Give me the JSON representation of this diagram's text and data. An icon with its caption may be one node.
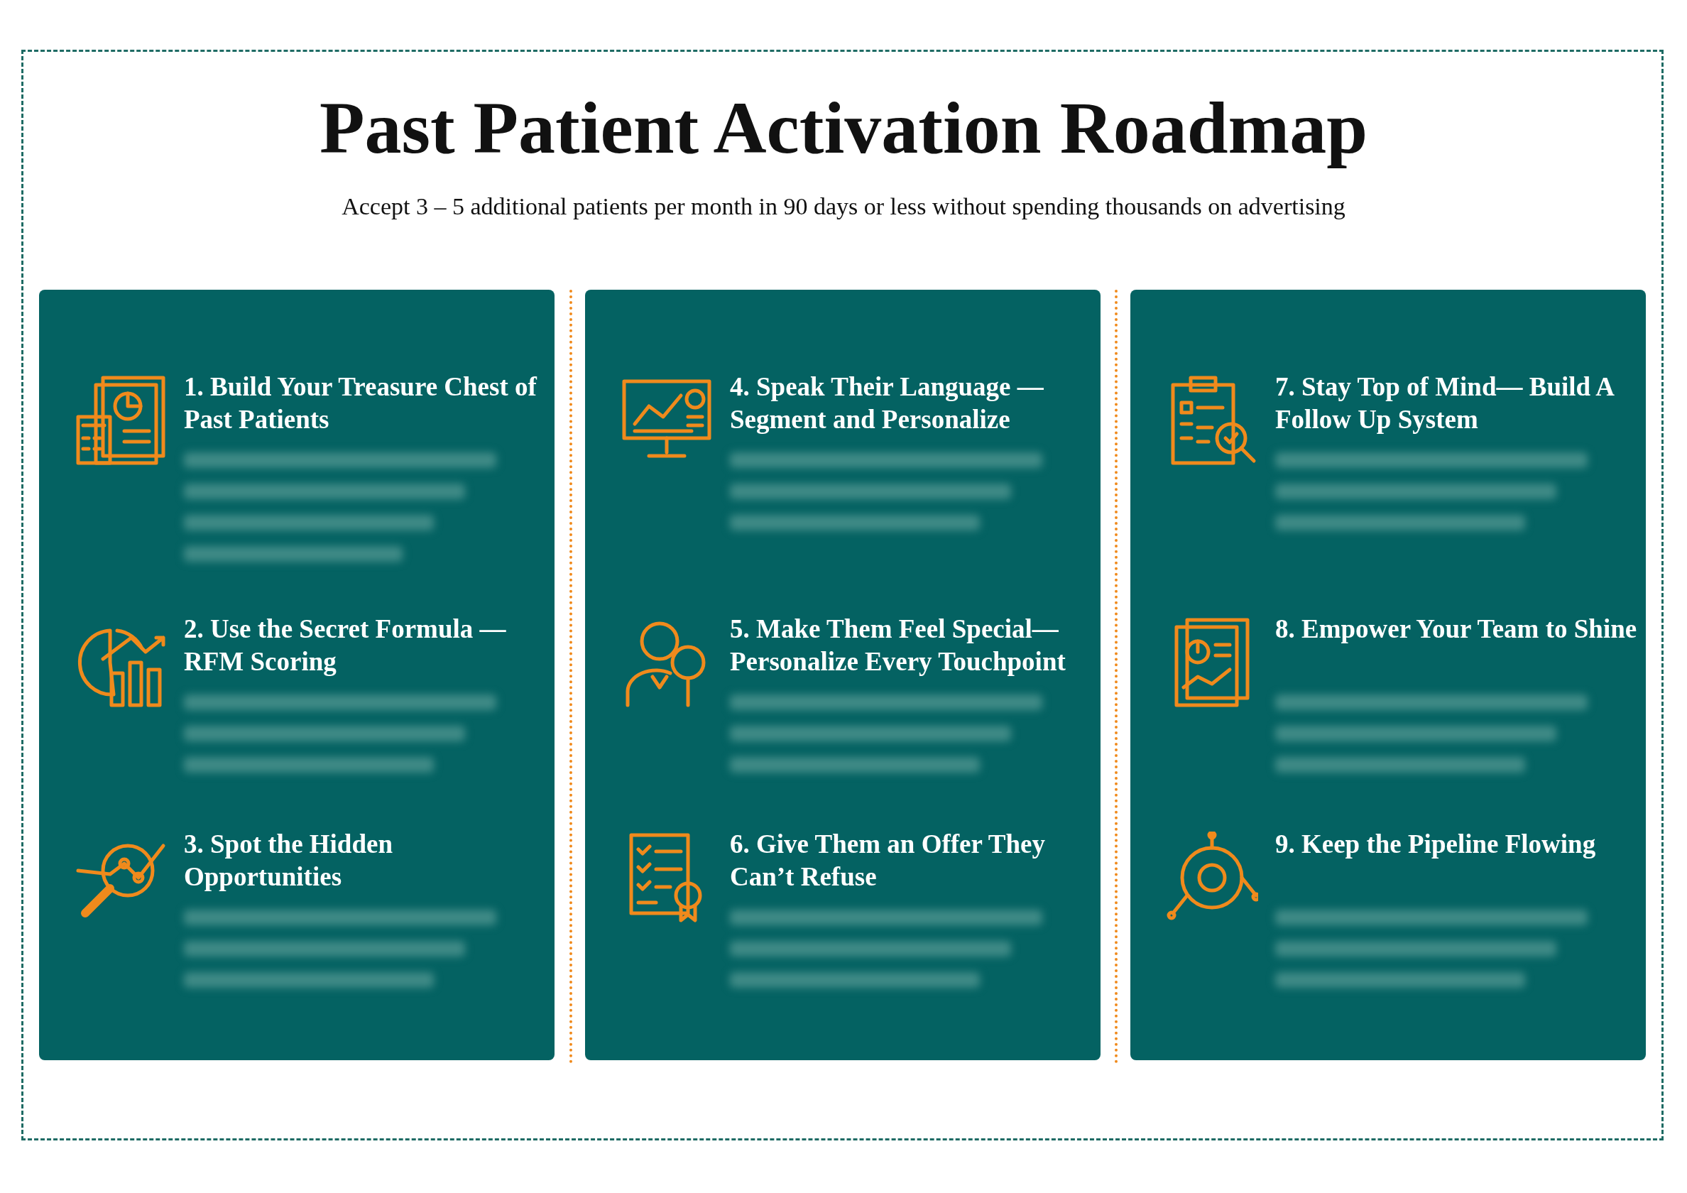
{
  "diagram": {
    "title": "Past Patient Activation Roadmap",
    "caption": "Accept 3 – 5 additional patients per month in 90 days or less without spending thousands on advertising",
    "nodes": [
      {
        "text": [
          "1.  Build Your Treasure Chest of Past Patients",
          "2. Use the Secret Formula —RFM Scoring",
          "3. Spot the Hidden Opportunities"
        ]
      },
      {
        "text": [
          "4. Speak Their Language —Segment and Personalize",
          "5. Make Them Feel Special— Personalize Every Touchpoint",
          "6. Give Them an Offer They Can’t Refuse"
        ]
      },
      {
        "text": [
          "7. Stay Top of Mind— Build A Follow Up System",
          "8. Empower Your Team to Shine",
          "9. Keep the Pipeline Flowing"
        ]
      }
    ],
    "edges": []
  }
}
